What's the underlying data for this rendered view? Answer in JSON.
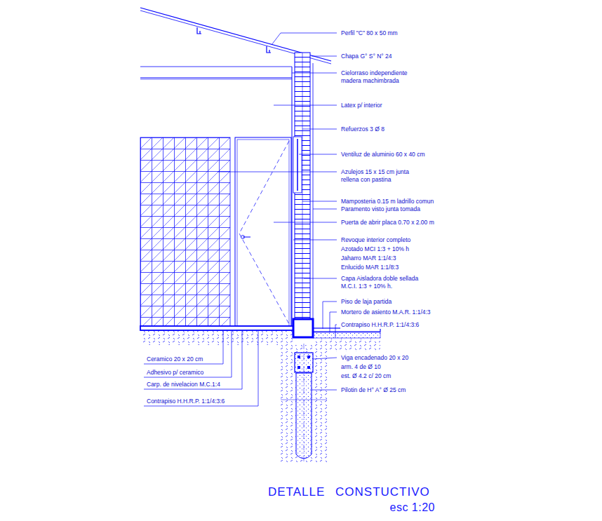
{
  "diagram": {
    "title": "DETALLE CONSTUCTIVO",
    "caption": "esc 1:20",
    "labels": [
      "Perfil \"C\" 80 x 50 mm",
      "Chapa G° S° N° 24",
      "Cielorraso independiente madera machimbrada",
      "Latex p/ interior",
      "Refuerzos 3 Ø 8",
      "Ventiluz de aluminio 60 x 40 cm",
      "Azulejos 15 x 15 cm junta rellena con pastina",
      "Mamposteria 0.15 m ladrillo comun",
      "Paramento visto junta tomada",
      "Puerta de abrir placa 0.70 x 2.00 m",
      "Revoque interior completo",
      "Azotado MCI 1:3 + 10% h",
      "Jaharro MAR 1:1/4:3",
      "Enlucido MAR 1:1/8:3",
      "Capa Aisladora doble sellada M.C.I. 1:3 + 10% h.",
      "Piso de laja partida",
      "Mortero de asiento M.A.R. 1:1/4:3",
      "Contrapiso H.H.R.P. 1:1/4:3:6",
      "Viga encadenado 20 x 20",
      "arm. 4 de Ø 10",
      "est. Ø 4.2 c/ 20 cm",
      "Pilotin de H° A° Ø 25 cm",
      "Ceramico 20 x 20 cm",
      "Adhesivo p/ ceramico",
      "Carp. de nivelacion M.C.1:4",
      "Contrapiso H.H.R.P. 1:1/4:3:6"
    ]
  }
}
